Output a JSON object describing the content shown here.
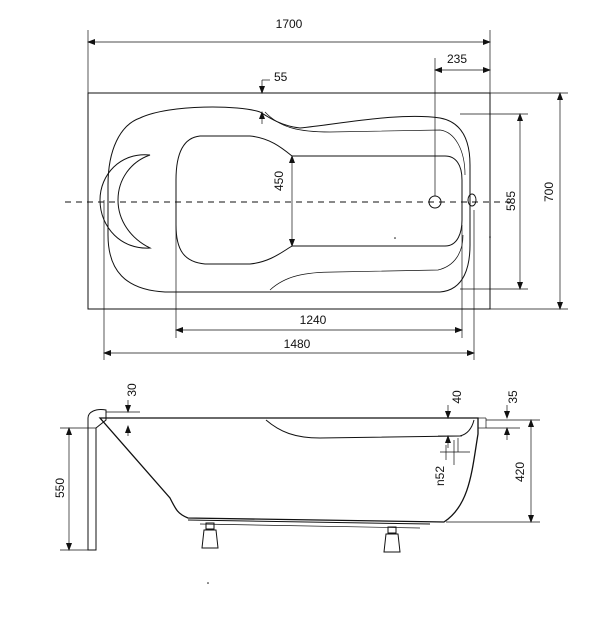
{
  "dimensions": {
    "overall_length": "1700",
    "overflow_offset": "235",
    "rim_width": "55",
    "inner_width": "450",
    "basin_width": "585",
    "overall_width": "700",
    "bottom_length": "1240",
    "basin_length": "1480",
    "rim_thickness": "30",
    "overflow_drop": "40",
    "rim_height": "35",
    "drain_label": "n52",
    "panel_height": "550",
    "tub_depth": "420"
  }
}
